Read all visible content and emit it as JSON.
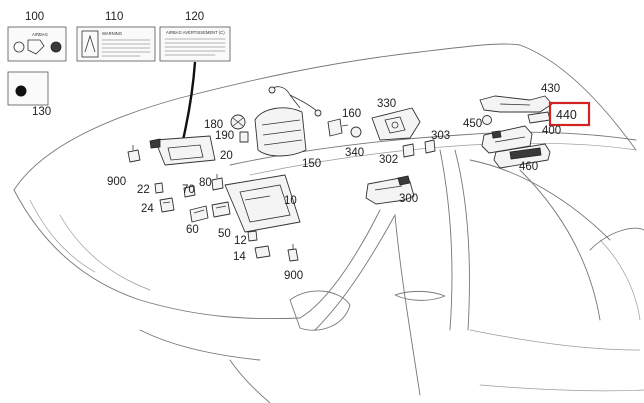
{
  "highlight_color": "#d22222",
  "labels": {
    "l100": "100",
    "l110": "110",
    "l120": "120",
    "l130": "130",
    "l180": "180",
    "l190": "190",
    "l20": "20",
    "l900a": "900",
    "l22": "22",
    "l24": "24",
    "l70": "70",
    "l80": "80",
    "l60": "60",
    "l50": "50",
    "l12": "12",
    "l14": "14",
    "l10": "10",
    "l900b": "900",
    "l150": "150",
    "l160": "160",
    "l330": "330",
    "l340": "340",
    "l302": "302",
    "l303": "303",
    "l300": "300",
    "l430": "430",
    "l450": "450",
    "l440": "440",
    "l400": "400",
    "l460": "460"
  },
  "stickers": {
    "airbag_text": "AIRBAG",
    "warning_text": "WARNING",
    "warning_sub": "AIRBAG AVERTISSEMENT (C)"
  }
}
